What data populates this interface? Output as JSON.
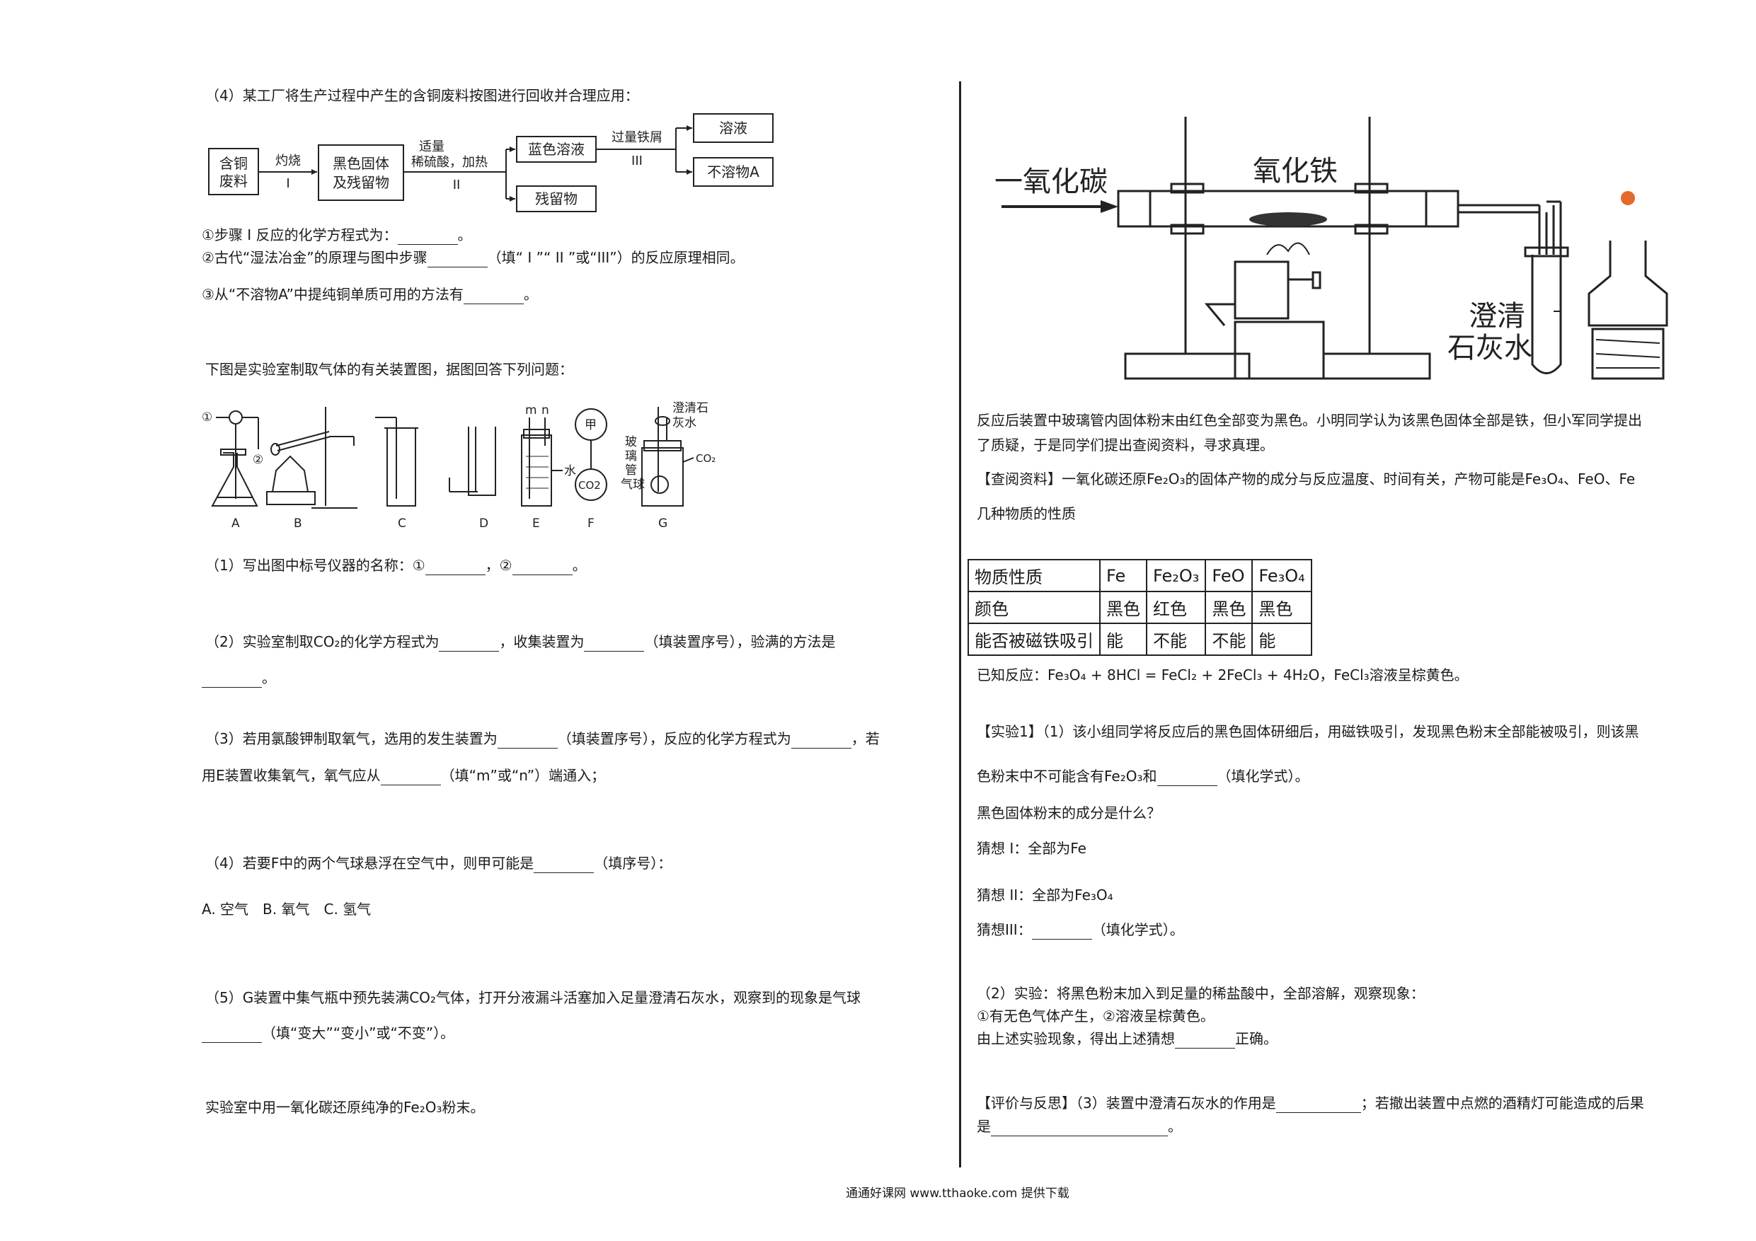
{
  "left": {
    "q4_intro": "（4）某工厂将生产过程中产生的含铜废料按图进行回收并合理应用：",
    "flow": {
      "box1": [
        "含铜",
        "废料"
      ],
      "step1_top": "灼烧",
      "step1_bottom": "I",
      "box2": [
        "黑色固体",
        "及残留物"
      ],
      "step2_top": [
        "适量",
        "稀硫酸，加热"
      ],
      "step2_bottom": "II",
      "box3": "蓝色溶液",
      "box4": "残留物",
      "step3_top": "过量铁屑",
      "step3_bottom": "III",
      "box5": "溶液",
      "box6": "不溶物A"
    },
    "sub1": "①步骤 I 反应的化学方程式为：",
    "sub1_end": "。",
    "sub2a": "②古代“湿法冶金”的原理与图中步骤",
    "sub2b": "（填“ I ”“ II ”或“III”）的反应原理相同。",
    "sub3a": "③从“不溶物A”中提纯铜单质可用的方法有",
    "sub3_end": "。",
    "lab_intro": "下图是实验室制取气体的有关装置图，据图回答下列问题：",
    "apparatus": {
      "labels": [
        "A",
        "B",
        "C",
        "D",
        "E",
        "F",
        "G"
      ],
      "mark1": "①",
      "mark2": "②",
      "m": "m",
      "n": "n",
      "water": "水",
      "jia": "甲",
      "co2": "CO2",
      "g_top": [
        "澄清石",
        "灰水"
      ],
      "g_left": [
        "玻",
        "璃",
        "管",
        "气球"
      ],
      "g_right": "CO₂"
    },
    "p1a": "（1）写出图中标号仪器的名称：①",
    "p1b": "，②",
    "p1_end": "。",
    "p2a": "（2）实验室制取CO₂的化学方程式为",
    "p2b": "，收集装置为",
    "p2c": "（填装置序号），验满的方法是",
    "p2_end": "。",
    "p3a": "（3）若用氯酸钾制取氧气，选用的发生装置为",
    "p3b": "（填装置序号），反应的化学方程式为",
    "p3c": "，若",
    "p3d": "用E装置收集氧气，氧气应从",
    "p3e": "（填“m”或“n”）端通入；",
    "p4a": "（4）若要F中的两个气球悬浮在空气中，则甲可能是",
    "p4b": "（填序号）：",
    "p4_options": "A. 空气　B. 氧气　C. 氢气",
    "p5a": "（5）G装置中集气瓶中预先装满CO₂气体，打开分液漏斗活塞加入足量澄清石灰水，观察到的现象是气球",
    "p5b": "（填“变大”“变小”或“不变”）。",
    "final": "实验室中用一氧化碳还原纯净的Fe₂O₃粉末。"
  },
  "right": {
    "diagram": {
      "co_label": "一氧化碳",
      "fe2o3_label": "氧化铁",
      "limewater_label": [
        "澄清",
        "石灰水"
      ]
    },
    "para1": "反应后装置中玻璃管内固体粉末由红色全部变为黑色。小明同学认为该黑色固体全部是铁，但小军同学提出",
    "para1b": "了质疑，于是同学们提出查阅资料，寻求真理。",
    "ref_a": "【查阅资料】一氧化碳还原Fe₂O₃的固体产物的成分与反应温度、时间有关，产物可能是Fe₃O₄、FeO、Fe",
    "ref_b": "几种物质的性质",
    "table": {
      "header": [
        "物质性质",
        "Fe",
        "Fe₂O₃",
        "FeO",
        "Fe₃O₄"
      ],
      "rows": [
        [
          "颜色",
          "黑色",
          "红色",
          "黑色",
          "黑色"
        ],
        [
          "能否被磁铁吸引",
          "能",
          "不能",
          "不能",
          "能"
        ]
      ]
    },
    "known": "已知反应：Fe₃O₄ + 8HCl = FeCl₂ + 2FeCl₃ + 4H₂O，FeCl₃溶液呈棕黄色。",
    "exp1a": "【实验1】（1）该小组同学将反应后的黑色固体研细后，用磁铁吸引，发现黑色粉末全部能被吸引，则该黑",
    "exp1b": "色粉末中不可能含有Fe₂O₃和",
    "exp1b_end": "（填化学式）。",
    "question": "黑色固体粉末的成分是什么？",
    "guess1": "猜想 I：全部为Fe",
    "guess2": "猜想 II：全部为Fe₃O₄",
    "guess3a": "猜想III：",
    "guess3b": "（填化学式）。",
    "exp2": "（2）实验：将黑色粉末加入到足量的稀盐酸中，全部溶解，观察现象：",
    "exp2_obs": "①有无色气体产生，②溶液呈棕黄色。",
    "exp2_conc_a": "由上述实验现象，得出上述猜想",
    "exp2_conc_b": "正确。",
    "eval_a": "【评价与反思】（3）装置中澄清石灰水的作用是",
    "eval_b": "；若撤出装置中点燃的酒精灯可能造成的后果",
    "eval_c": "是",
    "eval_end": "。"
  },
  "footer": "通通好课网 www.tthaoke.com 提供下载"
}
